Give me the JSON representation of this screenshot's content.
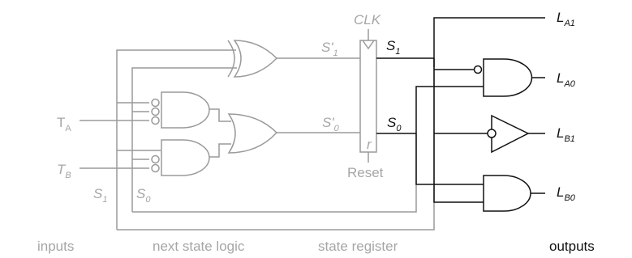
{
  "diagram": {
    "signals": {
      "clk": "CLK",
      "reset": "Reset",
      "reg_reset_pin": "r",
      "ta": {
        "base": "T",
        "sub": "A"
      },
      "tb": {
        "base": "T",
        "sub": "B"
      },
      "s1_fb": {
        "base": "S",
        "sub": "1"
      },
      "s0_fb": {
        "base": "S",
        "sub": "0"
      },
      "s1_next": {
        "base": "S'",
        "sub": "1"
      },
      "s0_next": {
        "base": "S'",
        "sub": "0"
      },
      "s1_state": {
        "base": "S",
        "sub": "1"
      },
      "s0_state": {
        "base": "S",
        "sub": "0"
      }
    },
    "outputs": {
      "la1": {
        "base": "L",
        "sub": "A1"
      },
      "la0": {
        "base": "L",
        "sub": "A0"
      },
      "lb1": {
        "base": "L",
        "sub": "B1"
      },
      "lb0": {
        "base": "L",
        "sub": "B0"
      }
    },
    "sections": {
      "inputs": "inputs",
      "next_state_logic": "next state logic",
      "state_register": "state register",
      "outputs": "outputs"
    }
  }
}
